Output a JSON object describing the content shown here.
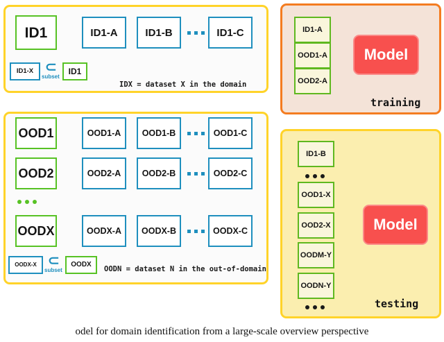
{
  "figure": {
    "caption": "odel for domain identification from a large-scale overview perspective"
  },
  "id_panel": {
    "name": "in-domain-panel",
    "source": {
      "label": "ID1"
    },
    "subsets": [
      {
        "label": "ID1-A"
      },
      {
        "label": "ID1-B"
      },
      {
        "label": "ID1-C"
      }
    ],
    "ellipsis": "...",
    "legend": {
      "subset_box_label": "ID1-X",
      "subset_symbol": "⊂",
      "subset_word": "subset",
      "superset_box_label": "ID1"
    },
    "note": "IDX = dataset X in the domain"
  },
  "ood_panel": {
    "name": "out-of-domain-panel",
    "rows": [
      {
        "source": "OOD1",
        "subsets": [
          "OOD1-A",
          "OOD1-B",
          "OOD1-C"
        ]
      },
      {
        "source": "OOD2",
        "subsets": [
          "OOD2-A",
          "OOD2-B",
          "OOD2-C"
        ]
      },
      {
        "source": "OODX",
        "subsets": [
          "OODX-A",
          "OODX-B",
          "OODX-C"
        ]
      }
    ],
    "row_ellipsis": "...",
    "legend": {
      "subset_box_label": "OODX-X",
      "subset_symbol": "⊂",
      "subset_word": "subset",
      "superset_box_label": "OODX"
    },
    "note": "OODN = dataset N in the out-of-domain"
  },
  "training_panel": {
    "caption": "training",
    "inputs": [
      {
        "label": "ID1-A"
      },
      {
        "label": "OOD1-A"
      },
      {
        "label": "OOD2-A"
      }
    ],
    "model": {
      "label": "Model"
    }
  },
  "testing_panel": {
    "caption": "testing",
    "inputs": [
      {
        "label": "ID1-B"
      },
      {
        "label": "OOD1-X"
      },
      {
        "label": "OOD2-X"
      },
      {
        "label": "OODM-Y"
      },
      {
        "label": "OODN-Y"
      }
    ],
    "ellipsis_top": "...",
    "ellipsis_bottom": "...",
    "model": {
      "label": "Model"
    }
  },
  "colors": {
    "panel_yellow_border": "#ffd329",
    "panel_orange_border": "#f47c20",
    "testing_fill": "#fbeeaf",
    "training_fill": "#f4e3d8",
    "green": "#57c224",
    "blue": "#1e8fbe",
    "model_red": "#f8504e",
    "arrow_red": "#f9534f",
    "cream_box_fill": "#faf6dc"
  }
}
